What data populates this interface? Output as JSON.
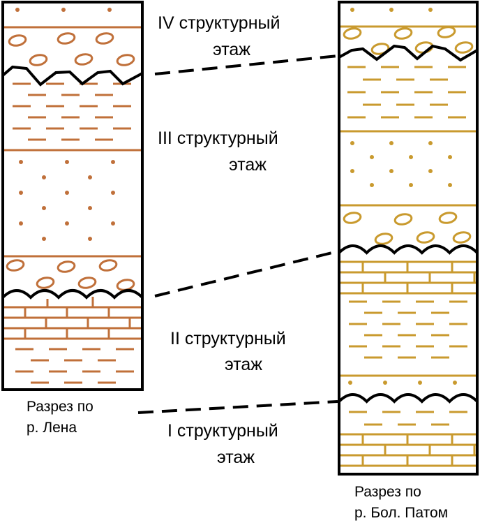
{
  "stages": [
    {
      "line1": "IV структурный",
      "line2": "этаж"
    },
    {
      "line1": "III  структурный",
      "line2": "этаж"
    },
    {
      "line1": "II структурный",
      "line2": "этаж"
    },
    {
      "line1": "I структурный",
      "line2": "этаж"
    }
  ],
  "sections": {
    "lena": {
      "line1": "Разрез по",
      "line2": "р. Лена",
      "color": "#c0703a"
    },
    "patom": {
      "line1": "Разрез по",
      "line2": "р. Бол. Патом",
      "color": "#c99a2e"
    }
  },
  "legend_patterns": [
    "dots-sandstone",
    "pebbles-conglomerate",
    "dashes-shale",
    "bricks-limestone"
  ],
  "colors": {
    "lena": "#c0703a",
    "patom": "#c99a2e",
    "boundary": "#000000"
  }
}
